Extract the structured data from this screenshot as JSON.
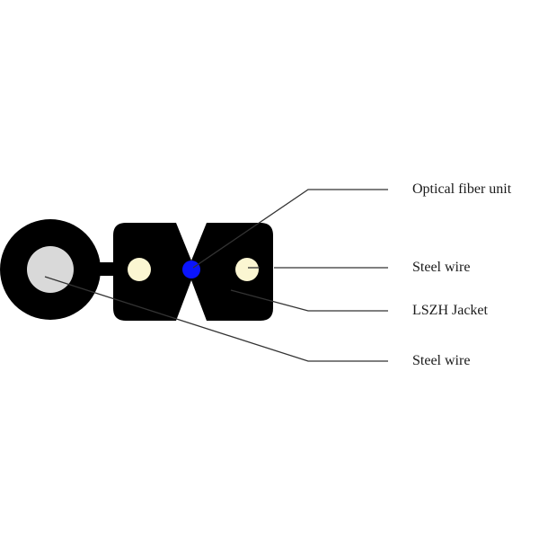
{
  "diagram": {
    "type": "cable cross-section",
    "colors": {
      "jacket": "#000000",
      "strength_member": "#d9d9d9",
      "steel_wire": "#fbf6d2",
      "fiber": "#0a14ff",
      "leader": "#333333"
    },
    "labels": [
      {
        "id": "optical-fiber-unit",
        "text": "Optical fiber unit"
      },
      {
        "id": "steel-wire-1",
        "text": "Steel wire"
      },
      {
        "id": "lszh-jacket",
        "text": "LSZH Jacket"
      },
      {
        "id": "steel-wire-2",
        "text": "Steel wire"
      }
    ]
  }
}
